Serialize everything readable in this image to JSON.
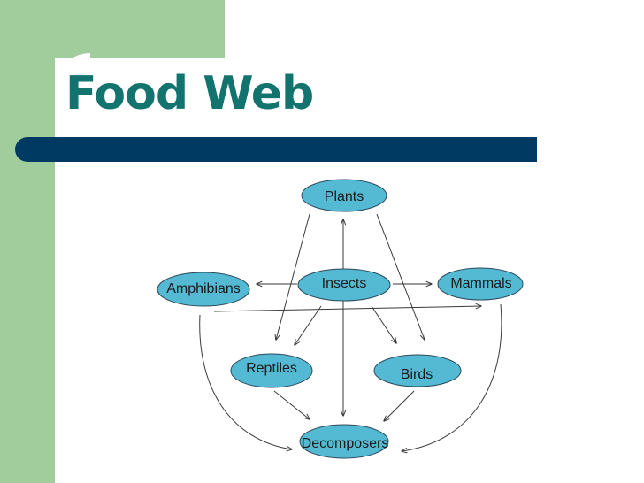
{
  "title": "Food Web",
  "nodes": {
    "plants": "Plants",
    "insects": "Insects",
    "amphibians": "Amphibians",
    "mammals": "Mammals",
    "reptiles": "Reptiles",
    "birds": "Birds",
    "decomposers": "Decomposers"
  },
  "colors": {
    "sidebar_green": "#a1cc9b",
    "title_teal": "#12736f",
    "title_bar_navy": "#003a63",
    "node_fill": "#54bad4",
    "arrow_color": "#3a3a3a"
  }
}
